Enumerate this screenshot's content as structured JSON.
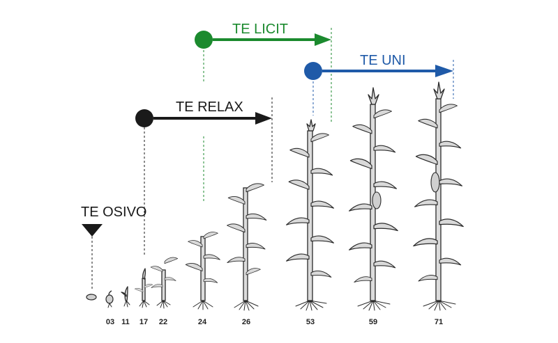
{
  "colors": {
    "osivo": "#1a1a1a",
    "relax": "#1a1a1a",
    "licit": "#1b8a2e",
    "uni": "#1f5aa8"
  },
  "labels": {
    "osivo": "TE OSIVO",
    "relax": "TE RELAX",
    "licit": "TE LICIT",
    "uni": "TE UNI"
  },
  "stages": [
    "03",
    "11",
    "17",
    "22",
    "24",
    "26",
    "53",
    "59",
    "71"
  ]
}
